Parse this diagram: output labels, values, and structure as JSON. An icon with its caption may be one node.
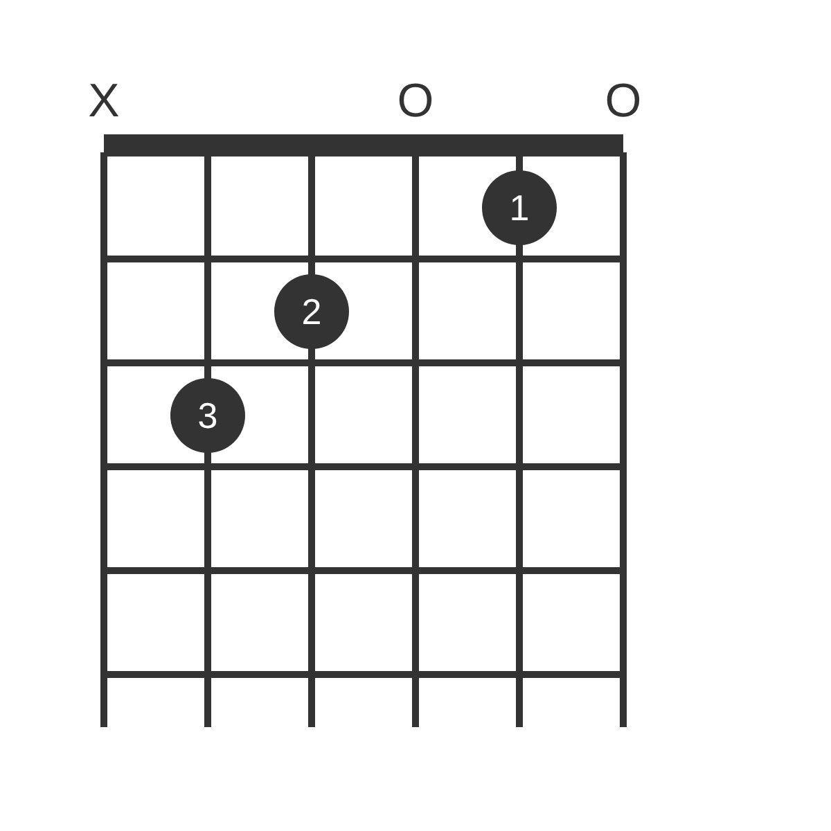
{
  "diagram": {
    "nodes": [
      {
        "text": [
          "1"
        ]
      },
      {
        "text": [
          "2"
        ]
      },
      {
        "text": [
          "3"
        ]
      }
    ],
    "labels": [
      "X",
      "O",
      "O"
    ]
  }
}
